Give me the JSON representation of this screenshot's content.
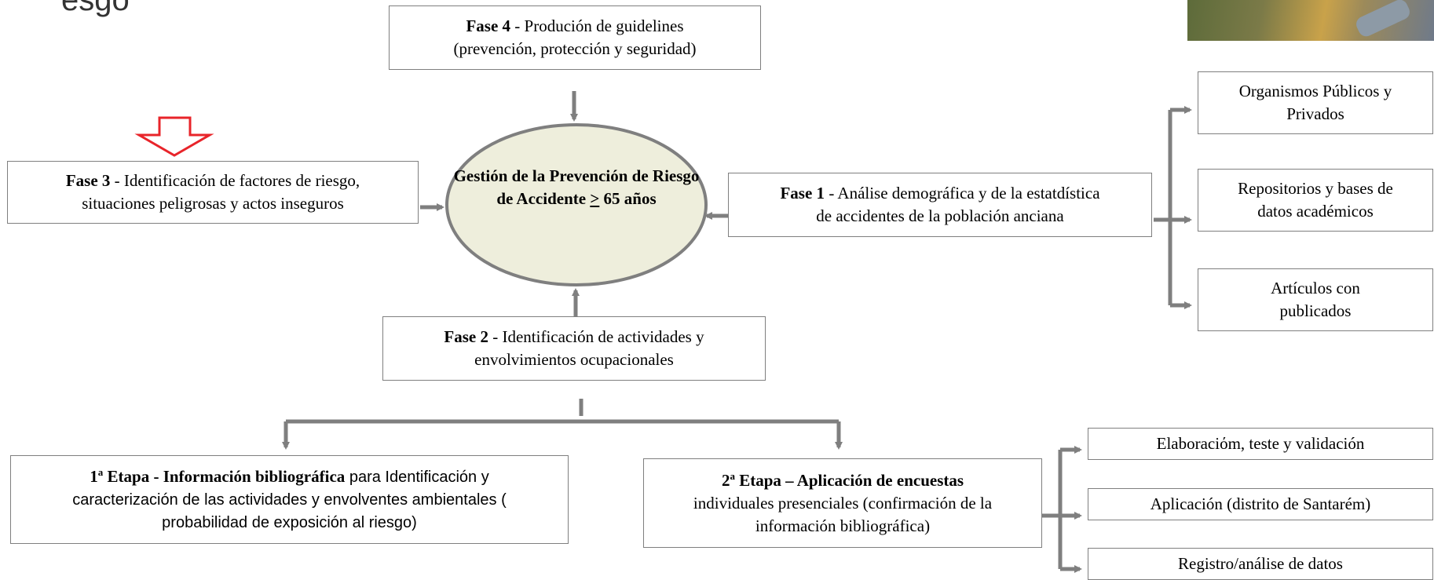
{
  "header": {
    "title_fragment": "esgo"
  },
  "center": {
    "line1": "Gestión de la Prevención de",
    "line2": "Riesgo  de Accidente",
    "age_symbol": ">",
    "age_text": " 65 años"
  },
  "fase4": {
    "bold": "Fase 4",
    "line1": " - Produción de guidelines",
    "line2": "(prevención, protección y seguridad)"
  },
  "fase3": {
    "bold": "Fase 3",
    "line1": " - Identificación de factores de riesgo,",
    "line2": "situaciones peligrosas y actos inseguros"
  },
  "fase1": {
    "bold": "Fase 1",
    "line1": " - Análise demográfica y de la estatdística",
    "line2": "de accidentes de la población anciana"
  },
  "fase2": {
    "bold": "Fase 2",
    "line1": " - Identificación de actividades  y",
    "line2": "envolvimientos ocupacionales"
  },
  "sources": [
    {
      "line1": "Organismos Públicos y",
      "line2": "Privados"
    },
    {
      "line1": "Repositorios y bases de",
      "line2": "datos académicos"
    },
    {
      "line1": "Artículos con",
      "line2": "publicados"
    }
  ],
  "etapa1": {
    "num": "1",
    "sup": "a",
    "bold": " Etapa -  Información bibliográfica",
    "line1_rest": " para Identificación y",
    "line2": "caracterización de las actividades y envolventes ambientales (",
    "line3": "probabilidad de exposición al riesgo)"
  },
  "etapa2": {
    "num": "2",
    "sup": "a",
    "bold": " Etapa – Aplicación de encuestas",
    "line2": "individuales presenciales (confirmación de la",
    "line3": "información bibliográfica)"
  },
  "survey_steps": [
    "Elaboraciόm, teste y validación",
    "Aplicación  (distrito de Santarém)",
    "Registro/análise de datos"
  ],
  "colors": {
    "line": "#7f7f7f",
    "ellipse_fill": "#eeeedc",
    "highlight_arrow": "#e8242a"
  }
}
